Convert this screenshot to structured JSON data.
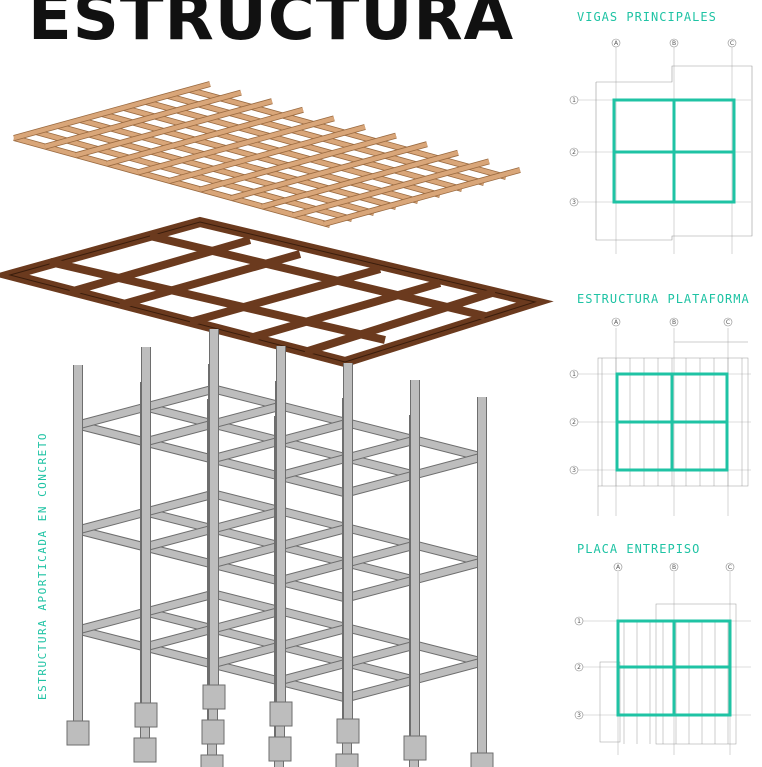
{
  "title": "ESTRUCTURA",
  "vertical_label": "ESTRUCTURA APORTICADA EN CONCRETO",
  "plans": [
    {
      "title": "VIGAS PRINCIPALES",
      "col_axes": [
        "A",
        "B",
        "C"
      ],
      "row_axes": [
        "1",
        "2",
        "3"
      ]
    },
    {
      "title": "ESTRUCTURA PLATAFORMA",
      "col_axes": [
        "A",
        "B",
        "C"
      ],
      "row_axes": [
        "1",
        "2",
        "3"
      ]
    },
    {
      "title": "PLACA ENTREPISO",
      "col_axes": [
        "A",
        "B",
        "C"
      ],
      "row_axes": [
        "1",
        "2",
        "3"
      ]
    }
  ],
  "colors": {
    "accent": "#1fc3a4",
    "wood": "#d9a679",
    "wood_edge": "#9a6a40",
    "steel": "#6b3a1e",
    "steel_edge": "#3a1d0c",
    "concrete": "#bdbdbd",
    "concrete_edge": "#6e6e6e",
    "title": "#111111"
  }
}
